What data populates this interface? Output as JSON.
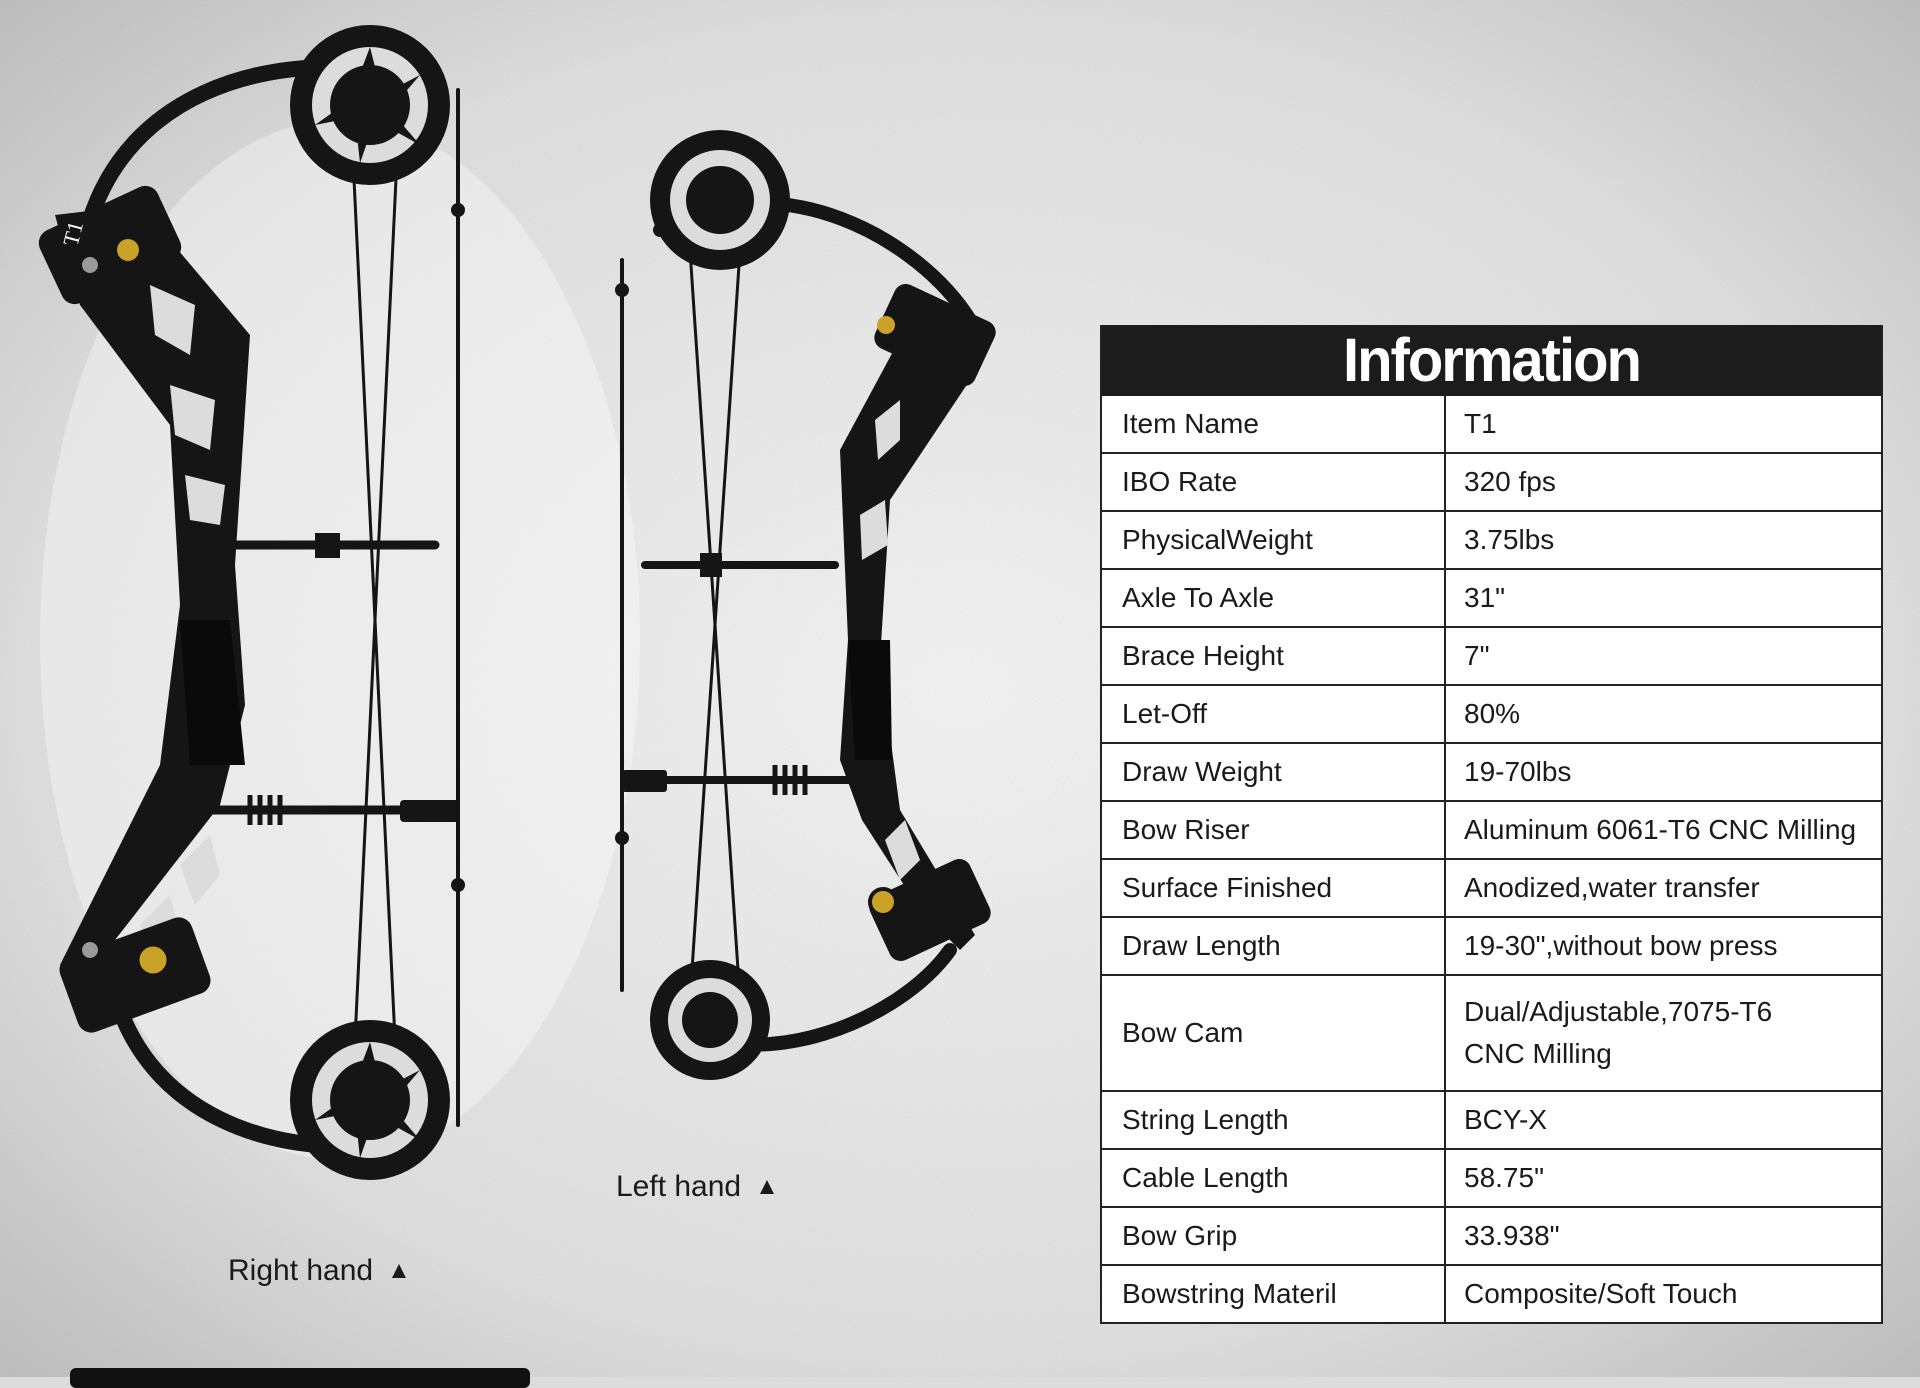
{
  "captions": {
    "right_hand": "Right hand",
    "left_hand": "Left hand",
    "triangle_glyph": "▲"
  },
  "bow_marking": "T1",
  "table": {
    "title": "Information",
    "rows": [
      {
        "key": "Item Name",
        "value": "T1"
      },
      {
        "key": "IBO  Rate",
        "value": "320 fps"
      },
      {
        "key": "PhysicalWeight",
        "value": "3.75lbs"
      },
      {
        "key": "Axle  To  Axle",
        "value": "31\""
      },
      {
        "key": "Brace Height",
        "value": "7\""
      },
      {
        "key": "Let-Off",
        "value": "80%"
      },
      {
        "key": "Draw  Weight",
        "value": "19-70lbs"
      },
      {
        "key": "Bow  Riser",
        "value": "Aluminum 6061-T6 CNC Milling"
      },
      {
        "key": "Surface Finished",
        "value": "Anodized,water transfer"
      },
      {
        "key": "Draw  Length",
        "value": "19-30\",without bow press"
      },
      {
        "key": "Bow  Cam",
        "value": "Dual/Adjustable,7075-T6\n CNC Milling"
      },
      {
        "key": "String Length",
        "value": "BCY-X"
      },
      {
        "key": "Cable  Length",
        "value": "58.75\""
      },
      {
        "key": "Bow  Grip",
        "value": "33.938\""
      },
      {
        "key": "Bowstring Materil",
        "value": "Composite/Soft Touch"
      }
    ]
  },
  "colors": {
    "bow": "#151515",
    "table_header": "#1c1c1c",
    "accent_gold": "#c9a227",
    "background": "#dcdcdc"
  }
}
